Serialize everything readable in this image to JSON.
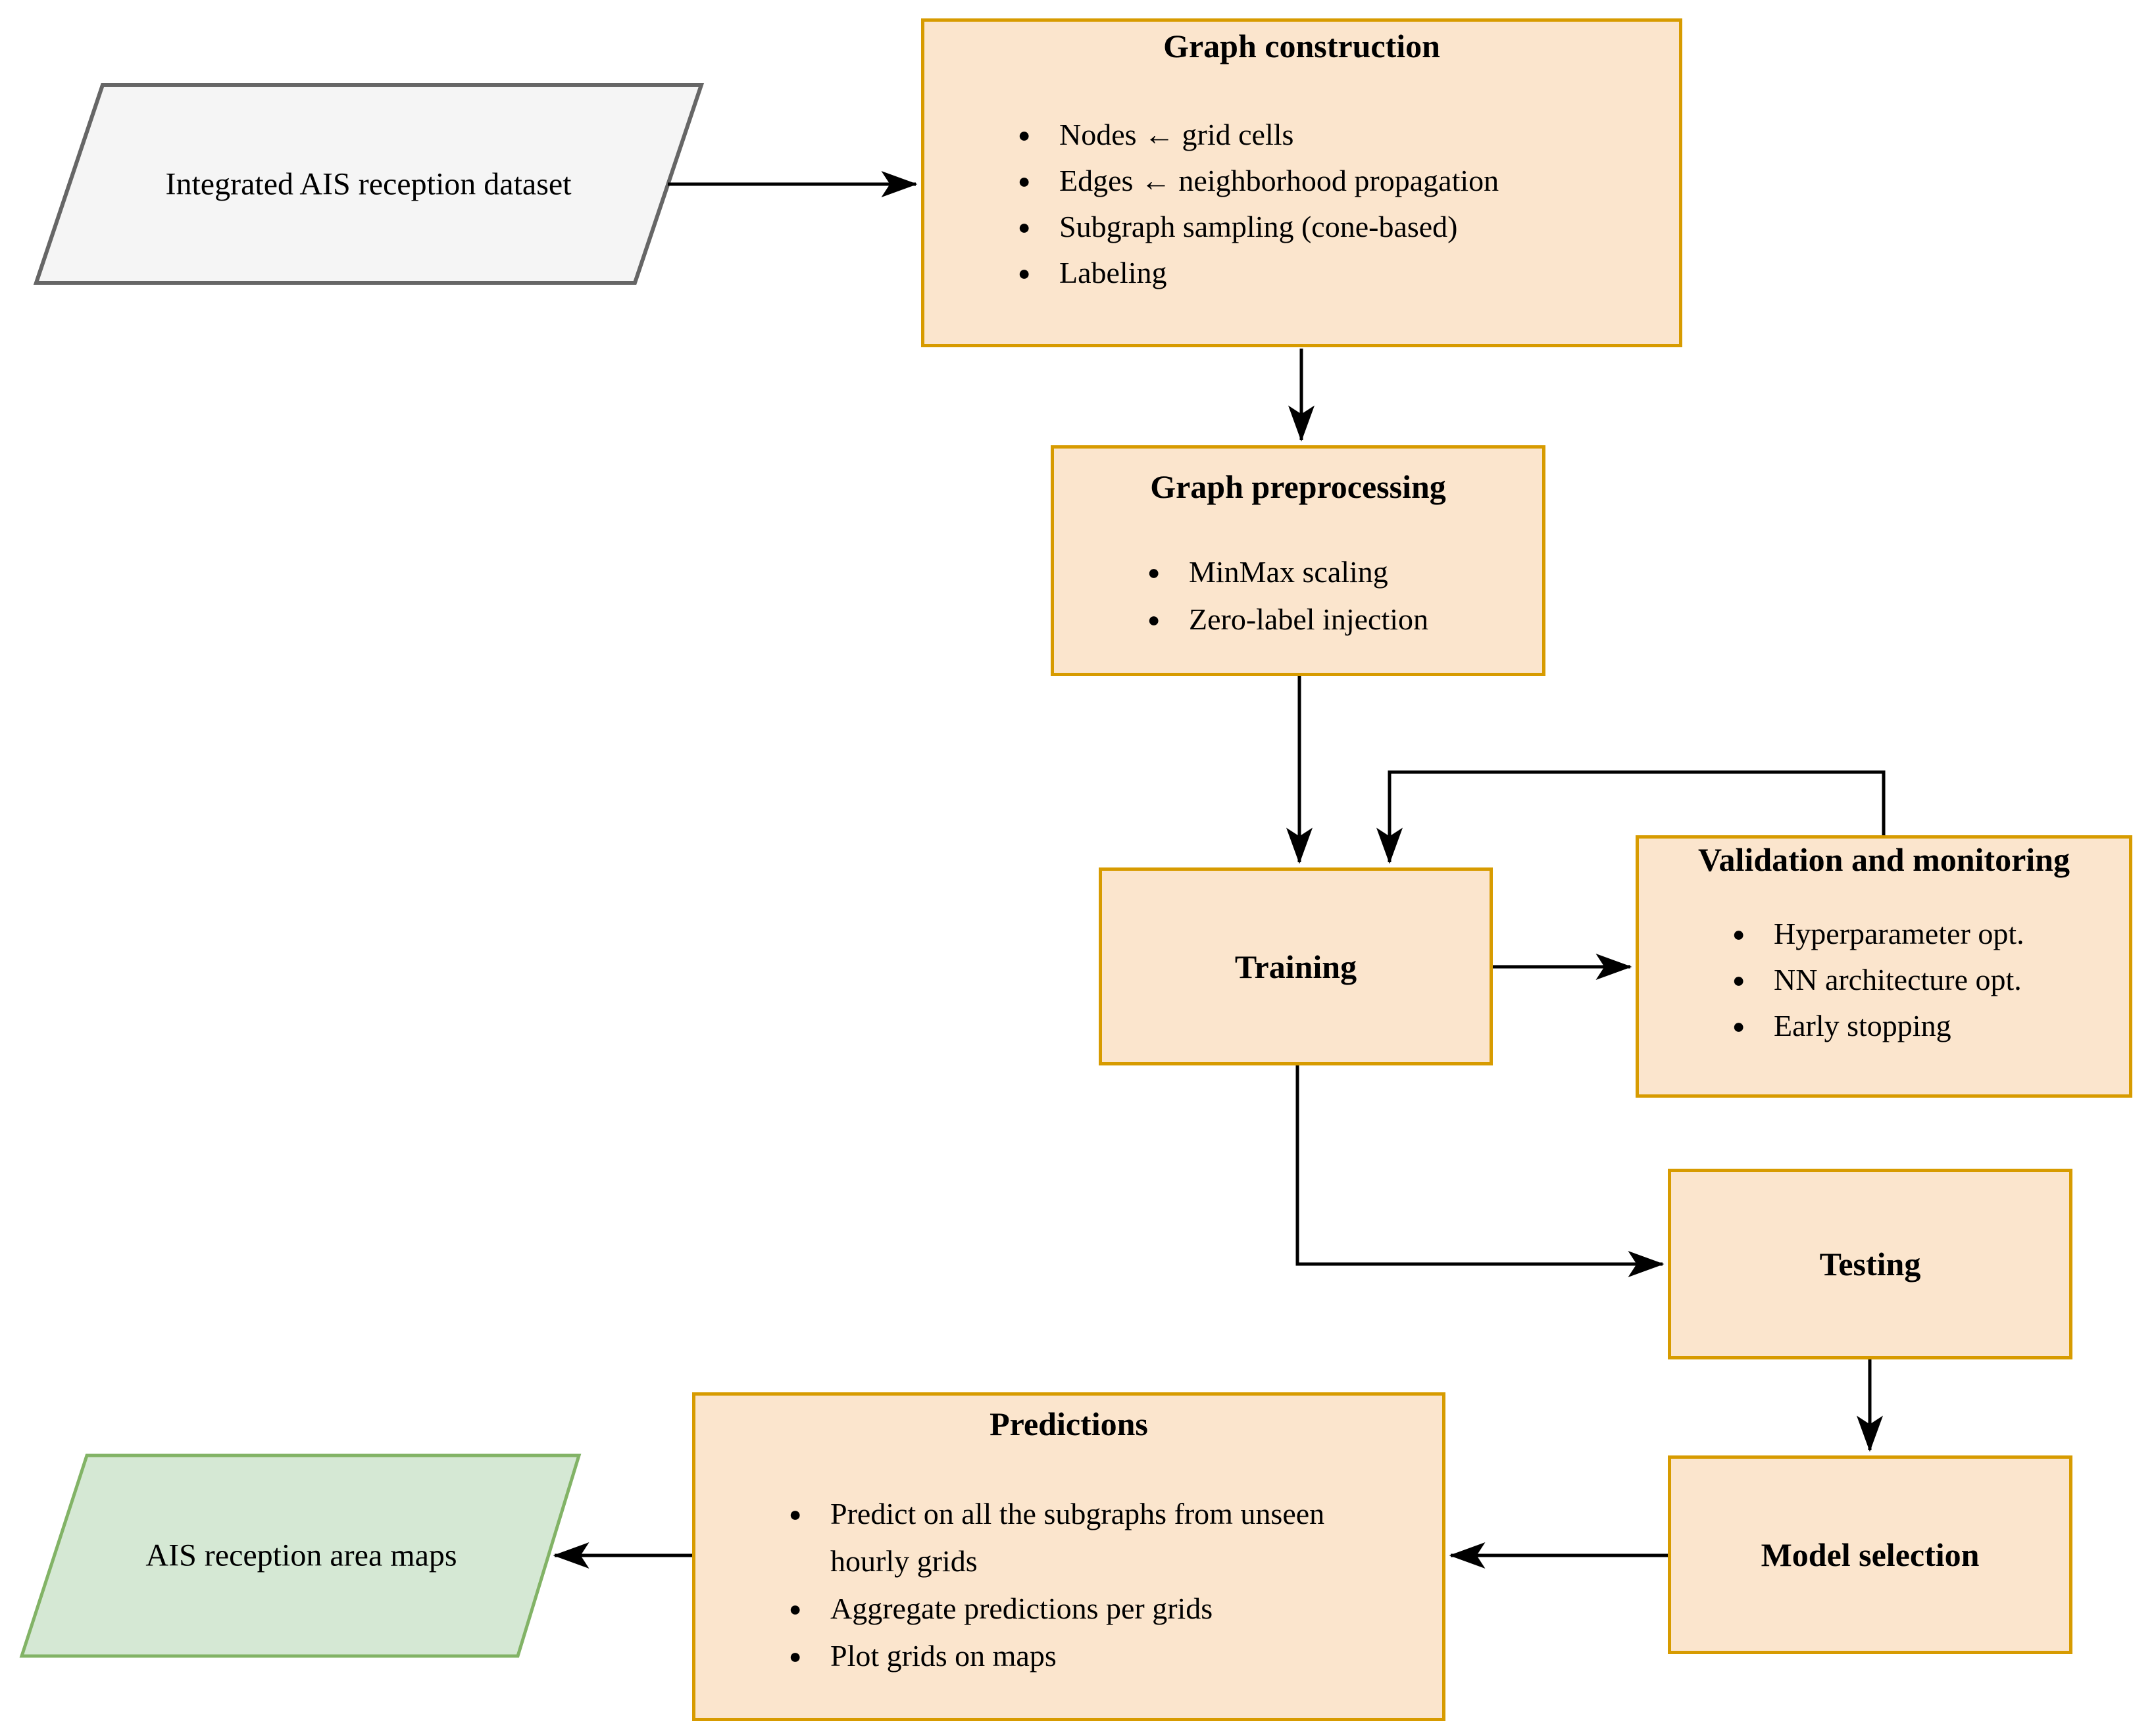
{
  "nodes": {
    "dataset": {
      "label": "Integrated AIS reception dataset"
    },
    "graph_construction": {
      "title": "Graph construction",
      "bullets": [
        "Nodes ← grid cells",
        "Edges ← neighborhood propagation",
        "Subgraph sampling (cone-based)",
        "Labeling"
      ]
    },
    "graph_preprocessing": {
      "title": "Graph preprocessing",
      "bullets": [
        "MinMax scaling",
        "Zero-label injection"
      ]
    },
    "training": {
      "title": "Training"
    },
    "validation": {
      "title": "Validation and monitoring",
      "bullets": [
        "Hyperparameter opt.",
        "NN architecture opt.",
        "Early stopping"
      ]
    },
    "testing": {
      "title": "Testing"
    },
    "model_selection": {
      "title": "Model selection"
    },
    "predictions": {
      "title": "Predictions",
      "bullets": [
        "Predict on all the subgraphs from unseen hourly grids",
        "Aggregate predictions per grids",
        "Plot grids on maps"
      ]
    },
    "output_maps": {
      "label": "AIS reception area maps"
    }
  },
  "colors": {
    "process_fill": "#FBE5CD",
    "process_border": "#D79B00",
    "dataset_fill": "#F5F5F5",
    "dataset_border": "#666666",
    "output_fill": "#D5E8D4",
    "output_border": "#82B366",
    "connector": "#000000",
    "background": "#FFFFFF"
  }
}
